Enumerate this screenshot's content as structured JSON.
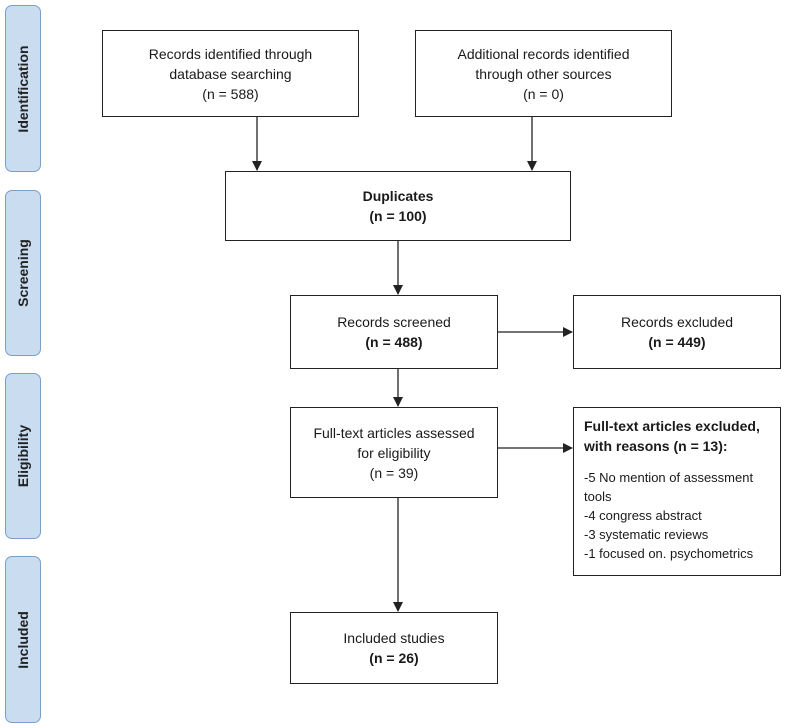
{
  "phases": [
    {
      "id": "identification",
      "label": "Identification"
    },
    {
      "id": "screening",
      "label": "Screening"
    },
    {
      "id": "eligibility",
      "label": "Eligibility"
    },
    {
      "id": "included",
      "label": "Included"
    }
  ],
  "boxes": {
    "db_search": {
      "line1": "Records identified through",
      "line2": "database searching",
      "count": "(n = 588)"
    },
    "other_sources": {
      "line1": "Additional records identified",
      "line2": "through other sources",
      "count": "(n = 0)"
    },
    "duplicates": {
      "line1": "Duplicates",
      "count": "(n = 100)"
    },
    "screened": {
      "line1": "Records screened",
      "count": "(n = 488)"
    },
    "excluded": {
      "line1": "Records excluded",
      "count": "(n = 449)"
    },
    "fulltext": {
      "line1": "Full-text articles assessed",
      "line2": "for eligibility",
      "count": "(n = 39)"
    },
    "fulltext_excluded": {
      "line1": "Full-text articles excluded,",
      "line2": "with reasons (n = 13):",
      "reasons": [
        "-5 No mention of assessment",
        "tools",
        "-4 congress abstract",
        "-3 systematic reviews",
        "-1 focused on. psychometrics"
      ]
    },
    "included": {
      "line1": "Included studies",
      "count": "(n = 26)"
    }
  },
  "colors": {
    "phase_fill": "#c9dcf0",
    "phase_border": "#7aa0c8",
    "line": "#222222"
  }
}
